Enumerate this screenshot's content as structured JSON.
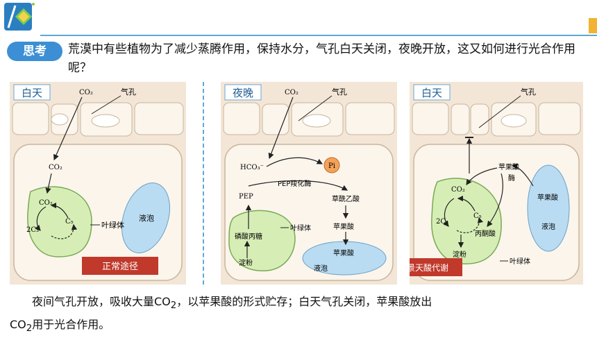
{
  "header": {
    "tag": "思考",
    "question": "荒漠中有些植物为了减少蒸腾作用，保持水分，气孔白天关闭，夜晚开放，这又如何进行光合作用呢？"
  },
  "panels": [
    {
      "title": "白天",
      "co2": "CO₂",
      "stomata": "气孔",
      "inner_co2": "CO₂",
      "cycle_co2": "CO₂",
      "c3": "2C₃",
      "c5": "C₅",
      "chloroplast": "叶绿体",
      "vacuole": "液泡",
      "banner": "正常途径"
    },
    {
      "title": "夜晚",
      "co2": "CO₂",
      "stomata": "气孔",
      "hco3": "HCO₃⁻",
      "pi": "Pi",
      "enzyme": "PEP羧化酶",
      "pep": "PEP",
      "oxaloacetate": "草酰乙酸",
      "malate1": "苹果酸",
      "malate2": "苹果酸",
      "pep_sugar": "磷酸丙糖",
      "chloroplast": "叶绿体",
      "starch": "淀粉",
      "vacuole": "液泡"
    },
    {
      "title": "白天",
      "stomata": "气孔",
      "malate": "苹果酸",
      "enzyme": "酶",
      "co2": "CO₂",
      "c3": "2C₃",
      "c5": "C₅",
      "pyruvate": "丙酮酸",
      "starch": "淀粉",
      "chloroplast": "叶绿体",
      "vac_malate": "苹果酸",
      "vacuole": "液泡",
      "banner": "景天酸代谢"
    }
  ],
  "conclusion": {
    "line1_a": "夜间气孔开放，吸收大量CO",
    "line1_sub": "2",
    "line1_b": "，以苹果酸的形式贮存；白天气孔关闭，苹果酸放出",
    "line2_a": "CO",
    "line2_sub": "2",
    "line2_b": "用于光合作用。"
  },
  "colors": {
    "accent_blue": "#3c8fd4",
    "cell_wall": "#f1e3d2",
    "chloroplast": "#d6eeb6",
    "vacuole": "#b9dcf2",
    "banner_red": "#c0392b",
    "pi_orange": "#f3a25a"
  }
}
